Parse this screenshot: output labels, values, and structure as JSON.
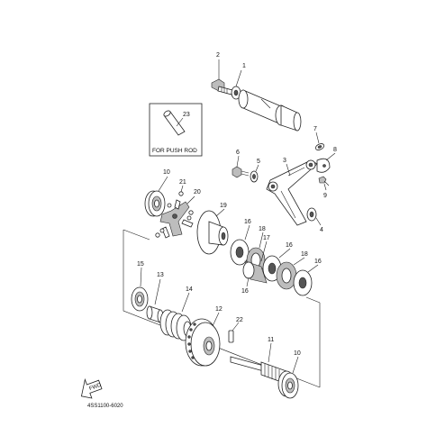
{
  "diagram": {
    "callouts": [
      {
        "id": "c1",
        "text": "1"
      },
      {
        "id": "c2",
        "text": "2"
      },
      {
        "id": "c23",
        "text": "23"
      },
      {
        "id": "c7",
        "text": "7"
      },
      {
        "id": "c8",
        "text": "8"
      },
      {
        "id": "c6",
        "text": "6"
      },
      {
        "id": "c5",
        "text": "5"
      },
      {
        "id": "c3",
        "text": "3"
      },
      {
        "id": "c9",
        "text": "9"
      },
      {
        "id": "c10a",
        "text": "10"
      },
      {
        "id": "c21",
        "text": "21"
      },
      {
        "id": "c20",
        "text": "20"
      },
      {
        "id": "c19",
        "text": "19"
      },
      {
        "id": "c4",
        "text": "4"
      },
      {
        "id": "c16a",
        "text": "16"
      },
      {
        "id": "c18a",
        "text": "18"
      },
      {
        "id": "c17",
        "text": "17"
      },
      {
        "id": "c16b",
        "text": "16"
      },
      {
        "id": "c18b",
        "text": "18"
      },
      {
        "id": "c16c",
        "text": "16"
      },
      {
        "id": "c16d",
        "text": "16"
      },
      {
        "id": "c15",
        "text": "15"
      },
      {
        "id": "c13",
        "text": "13"
      },
      {
        "id": "c14",
        "text": "14"
      },
      {
        "id": "c12",
        "text": "12"
      },
      {
        "id": "c22",
        "text": "22"
      },
      {
        "id": "c11",
        "text": "11"
      },
      {
        "id": "c10b",
        "text": "10"
      }
    ],
    "push_rod_label": "FOR PUSH ROD",
    "fwd_label": "FWD",
    "diagram_code": "4SS1100-6020"
  }
}
